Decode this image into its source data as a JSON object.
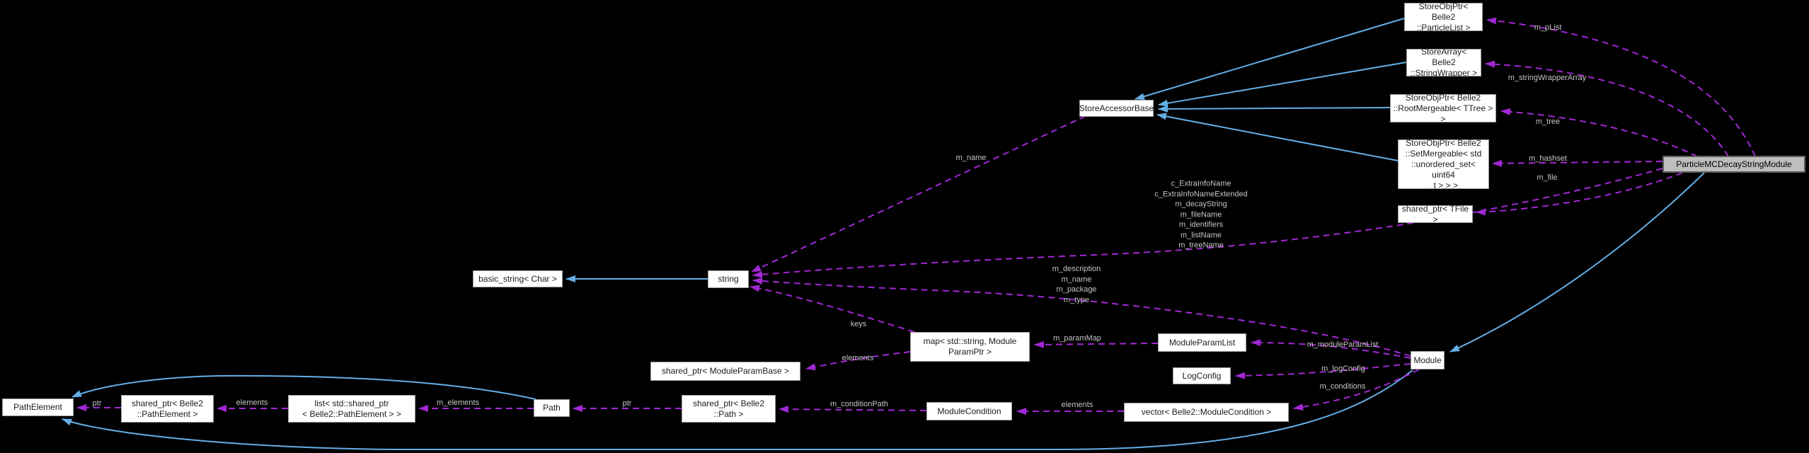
{
  "diagram": {
    "kind": "doxygen-collaboration-graph",
    "highlighted_node": "ParticleMCDecayStringModule",
    "colors": {
      "background": "#000000",
      "inheritance_edge": "#64aee6",
      "usage_edge": "#a228d6",
      "node_background": "#ffffff",
      "node_border": "#9a9a9a",
      "node_text": "#1c1c1c",
      "highlight_background": "#bebebe",
      "edge_label_text": "#c6c6c6"
    }
  },
  "nodes": {
    "particle_list": {
      "label": "StoreObjPtr< Belle2\n::ParticleList >"
    },
    "string_wrapper_array": {
      "label": "StoreArray< Belle2\n::StringWrapper >"
    },
    "root_mergeable": {
      "label": "StoreObjPtr< Belle2\n::RootMergeable< TTree > >"
    },
    "set_mergeable": {
      "label": "StoreObjPtr< Belle2\n::SetMergeable< std\n::unordered_set< uint64\n_t > > >"
    },
    "shared_ptr_tfile": {
      "label": "shared_ptr< TFile >"
    },
    "store_accessor_base": {
      "label": "StoreAccessorBase"
    },
    "particle_mc_decay_string_module": {
      "label": "ParticleMCDecayStringModule"
    },
    "basic_string": {
      "label": "basic_string< Char >"
    },
    "string": {
      "label": "string"
    },
    "map_param": {
      "label": "map< std::string, Module\nParamPtr >"
    },
    "module_param_list": {
      "label": "ModuleParamList"
    },
    "log_config": {
      "label": "LogConfig"
    },
    "module": {
      "label": "Module"
    },
    "shared_ptr_module_param_base": {
      "label": "shared_ptr< ModuleParamBase >"
    },
    "path_element": {
      "label": "PathElement"
    },
    "shared_ptr_path_element": {
      "label": "shared_ptr< Belle2\n::PathElement >"
    },
    "list_shared_ptr_path_element": {
      "label": "list< std::shared_ptr\n< Belle2::PathElement > >"
    },
    "path": {
      "label": "Path"
    },
    "shared_ptr_path": {
      "label": "shared_ptr< Belle2\n::Path >"
    },
    "module_condition": {
      "label": "ModuleCondition"
    },
    "vector_module_condition": {
      "label": "vector< Belle2::ModuleCondition >"
    }
  },
  "edge_labels": {
    "m_pList": "m_pList",
    "m_stringWrapperArray": "m_stringWrapperArray",
    "m_tree": "m_tree",
    "m_hashset": "m_hashset",
    "m_file": "m_file",
    "m_name": "m_name",
    "pmdsm_to_string_stack": "c_ExtraInfoName\nc_ExtraInfoNameExtended\nm_decayString\nm_fileName\nm_identifiers\nm_listName\nm_treeName",
    "module_to_string_stack": "m_description\nm_name\nm_package\nm_type",
    "keys": "keys",
    "m_paramMap": "m_paramMap",
    "elements_map": "elements",
    "m_moduleParamList": "m_moduleParamList",
    "m_logConfig": "m_logConfig",
    "m_conditions": "m_conditions",
    "elements_vector": "elements",
    "m_conditionPath": "m_conditionPath",
    "ptr_path": "ptr",
    "m_elements": "m_elements",
    "elements_list": "elements",
    "ptr_path_element": "ptr"
  }
}
